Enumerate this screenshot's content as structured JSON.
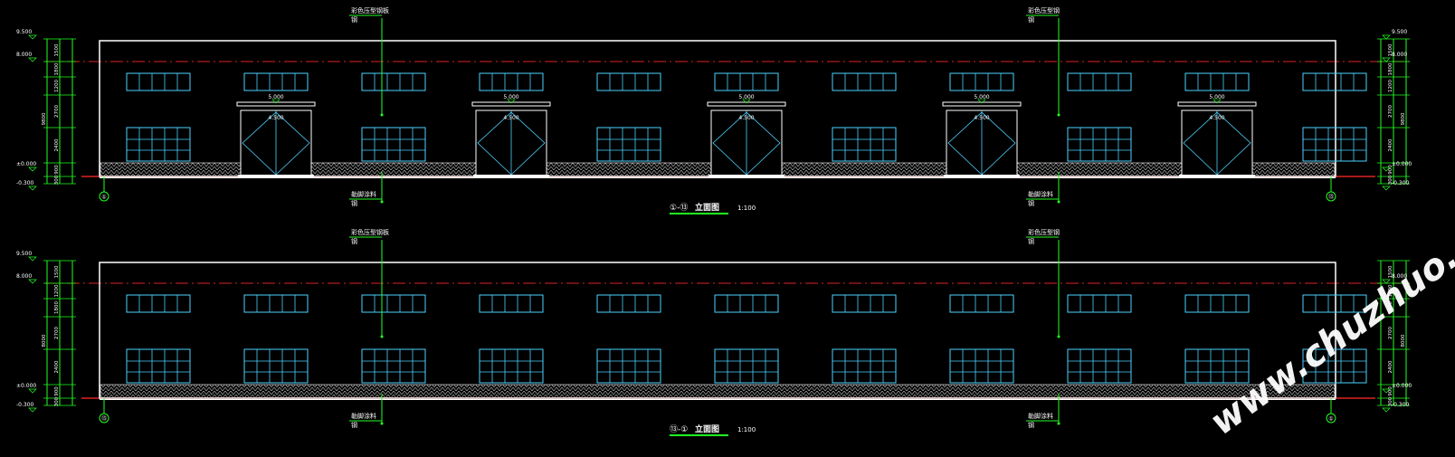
{
  "colors": {
    "background": "#000000",
    "outline": "#ffffff",
    "window": "#4dd2ff",
    "dim": "#22ff22",
    "axis": "#dd2222",
    "leader": "#22ff22",
    "label": "#ffffff",
    "watermark": "#ffffff"
  },
  "elevations": [
    {
      "id": "front",
      "title_prefix": "①-⑬",
      "title_suffix": "立面图",
      "scale": "1:100",
      "left_axis": "①",
      "right_axis": "⑬",
      "has_doors": true,
      "door_width_label": "5.000",
      "door_height_label": "4.500",
      "leader_top_left_lines": [
        "彩色压型钢板",
        "钢"
      ],
      "leader_top_right_lines": [
        "彩色压型钢",
        "钢"
      ],
      "leader_bottom_left_lines": [
        "勒脚涂料",
        "钢"
      ],
      "leader_bottom_right_lines": [
        "勒脚涂料",
        "钢"
      ],
      "left_levels": [
        "9.500",
        "8.000",
        "±0.000",
        "-0.300"
      ],
      "right_levels": [
        "9.500",
        "8.000",
        "±0.000",
        "-0.300"
      ],
      "left_dims_inner": [
        "1500",
        "1800",
        "1200",
        "2700",
        "2400",
        "900",
        "300"
      ],
      "left_dims_outer": [
        "9800"
      ],
      "right_dims_inner": [
        "1500",
        "1800",
        "1200",
        "2700",
        "2400",
        "900",
        "300"
      ],
      "right_dims_outer": [
        "9800"
      ]
    },
    {
      "id": "rear",
      "title_prefix": "⑬-①",
      "title_suffix": "立面图",
      "scale": "1:100",
      "left_axis": "⑬",
      "right_axis": "①",
      "has_doors": false,
      "door_width_label": "",
      "door_height_label": "",
      "leader_top_left_lines": [
        "彩色压型钢板",
        "钢"
      ],
      "leader_top_right_lines": [
        "彩色压型钢",
        "钢"
      ],
      "leader_bottom_left_lines": [
        "勒脚涂料",
        "钢"
      ],
      "leader_bottom_right_lines": [
        "勒脚涂料",
        "钢"
      ],
      "left_levels": [
        "9.500",
        "8.000",
        "±0.000",
        "-0.300"
      ],
      "right_levels": [
        "8.000",
        "±0.000",
        "-0.300"
      ],
      "left_dims_inner": [
        "1500",
        "1200",
        "1800",
        "2700",
        "2400",
        "900",
        "300"
      ],
      "left_dims_outer": [
        "8000"
      ],
      "right_dims_inner": [
        "1500",
        "1200",
        "1800",
        "2700",
        "2400",
        "900",
        "300"
      ],
      "right_dims_outer": [
        "8000"
      ]
    }
  ],
  "watermark": "www.chuzhuo.com"
}
